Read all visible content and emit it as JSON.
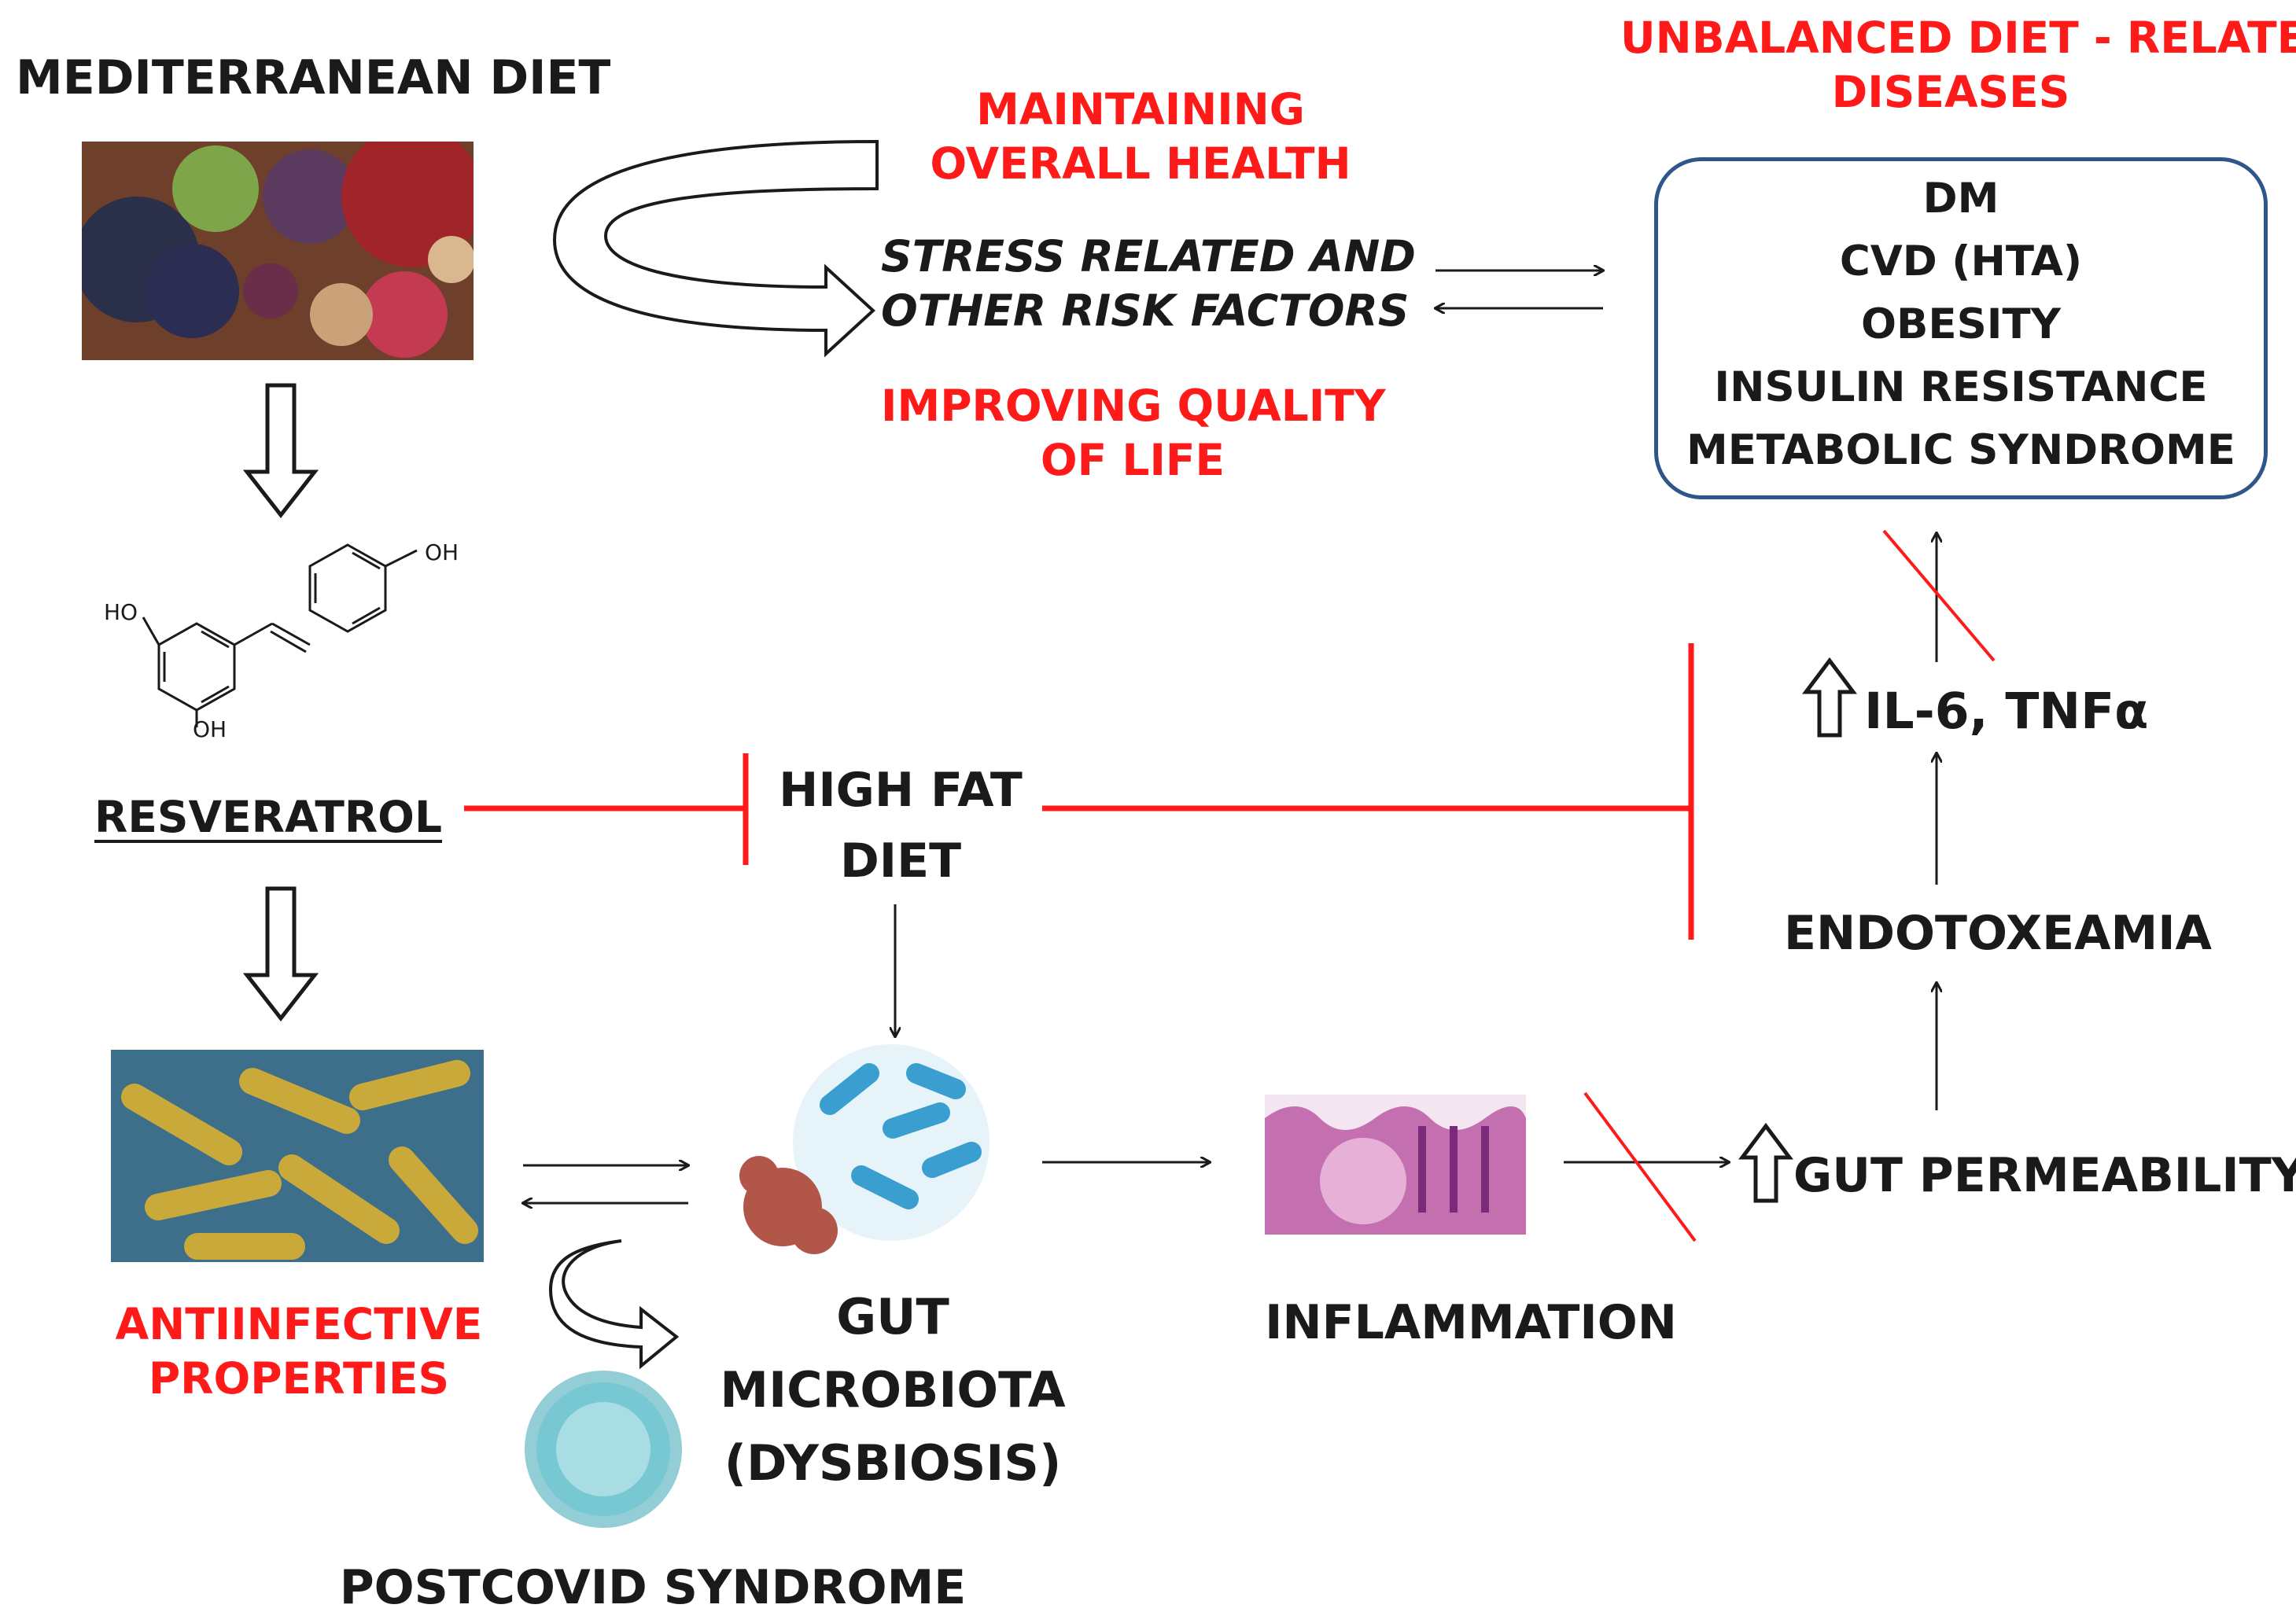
{
  "labels": {
    "mediterranean_diet": "MEDITERRANEAN DIET",
    "maintaining_health_line1": "MAINTAINING",
    "maintaining_health_line2": "OVERALL HEALTH",
    "stress_line1": "STRESS RELATED AND",
    "stress_line2": "OTHER RISK FACTORS",
    "improving_line1": "IMPROVING QUALITY",
    "improving_line2": "OF LIFE",
    "unbalanced_line1": "UNBALANCED DIET - RELATED",
    "unbalanced_line2": "DISEASES",
    "resveratrol": "RESVERATROL",
    "high_fat_line1": "HIGH FAT",
    "high_fat_line2": "DIET",
    "il6": "IL-6, TNFα",
    "endotoxaemia": "ENDOTOXEAMIA",
    "gut_permeability": "GUT PERMEABILITY",
    "antiinfective_line1": "ANTIINFECTIVE",
    "antiinfective_line2": "PROPERTIES",
    "gut_microbiota_line1": "GUT",
    "gut_microbiota_line2": "MICROBIOTA",
    "gut_microbiota_line3": "(DYSBIOSIS)",
    "inflammation": "INFLAMMATION",
    "postcovid": "POSTCOVID SYNDROME"
  },
  "molecule_labels": {
    "oh_top": "OH",
    "ho_left": "HO",
    "oh_bottom": "OH"
  },
  "disease_list": [
    "DM",
    "CVD (HTA)",
    "OBESITY",
    "INSULIN RESISTANCE",
    "METABOLIC SYNDROME"
  ],
  "colors": {
    "red": "#ff1a1a",
    "text": "#1a1a1a",
    "box_border": "#2f5688"
  }
}
